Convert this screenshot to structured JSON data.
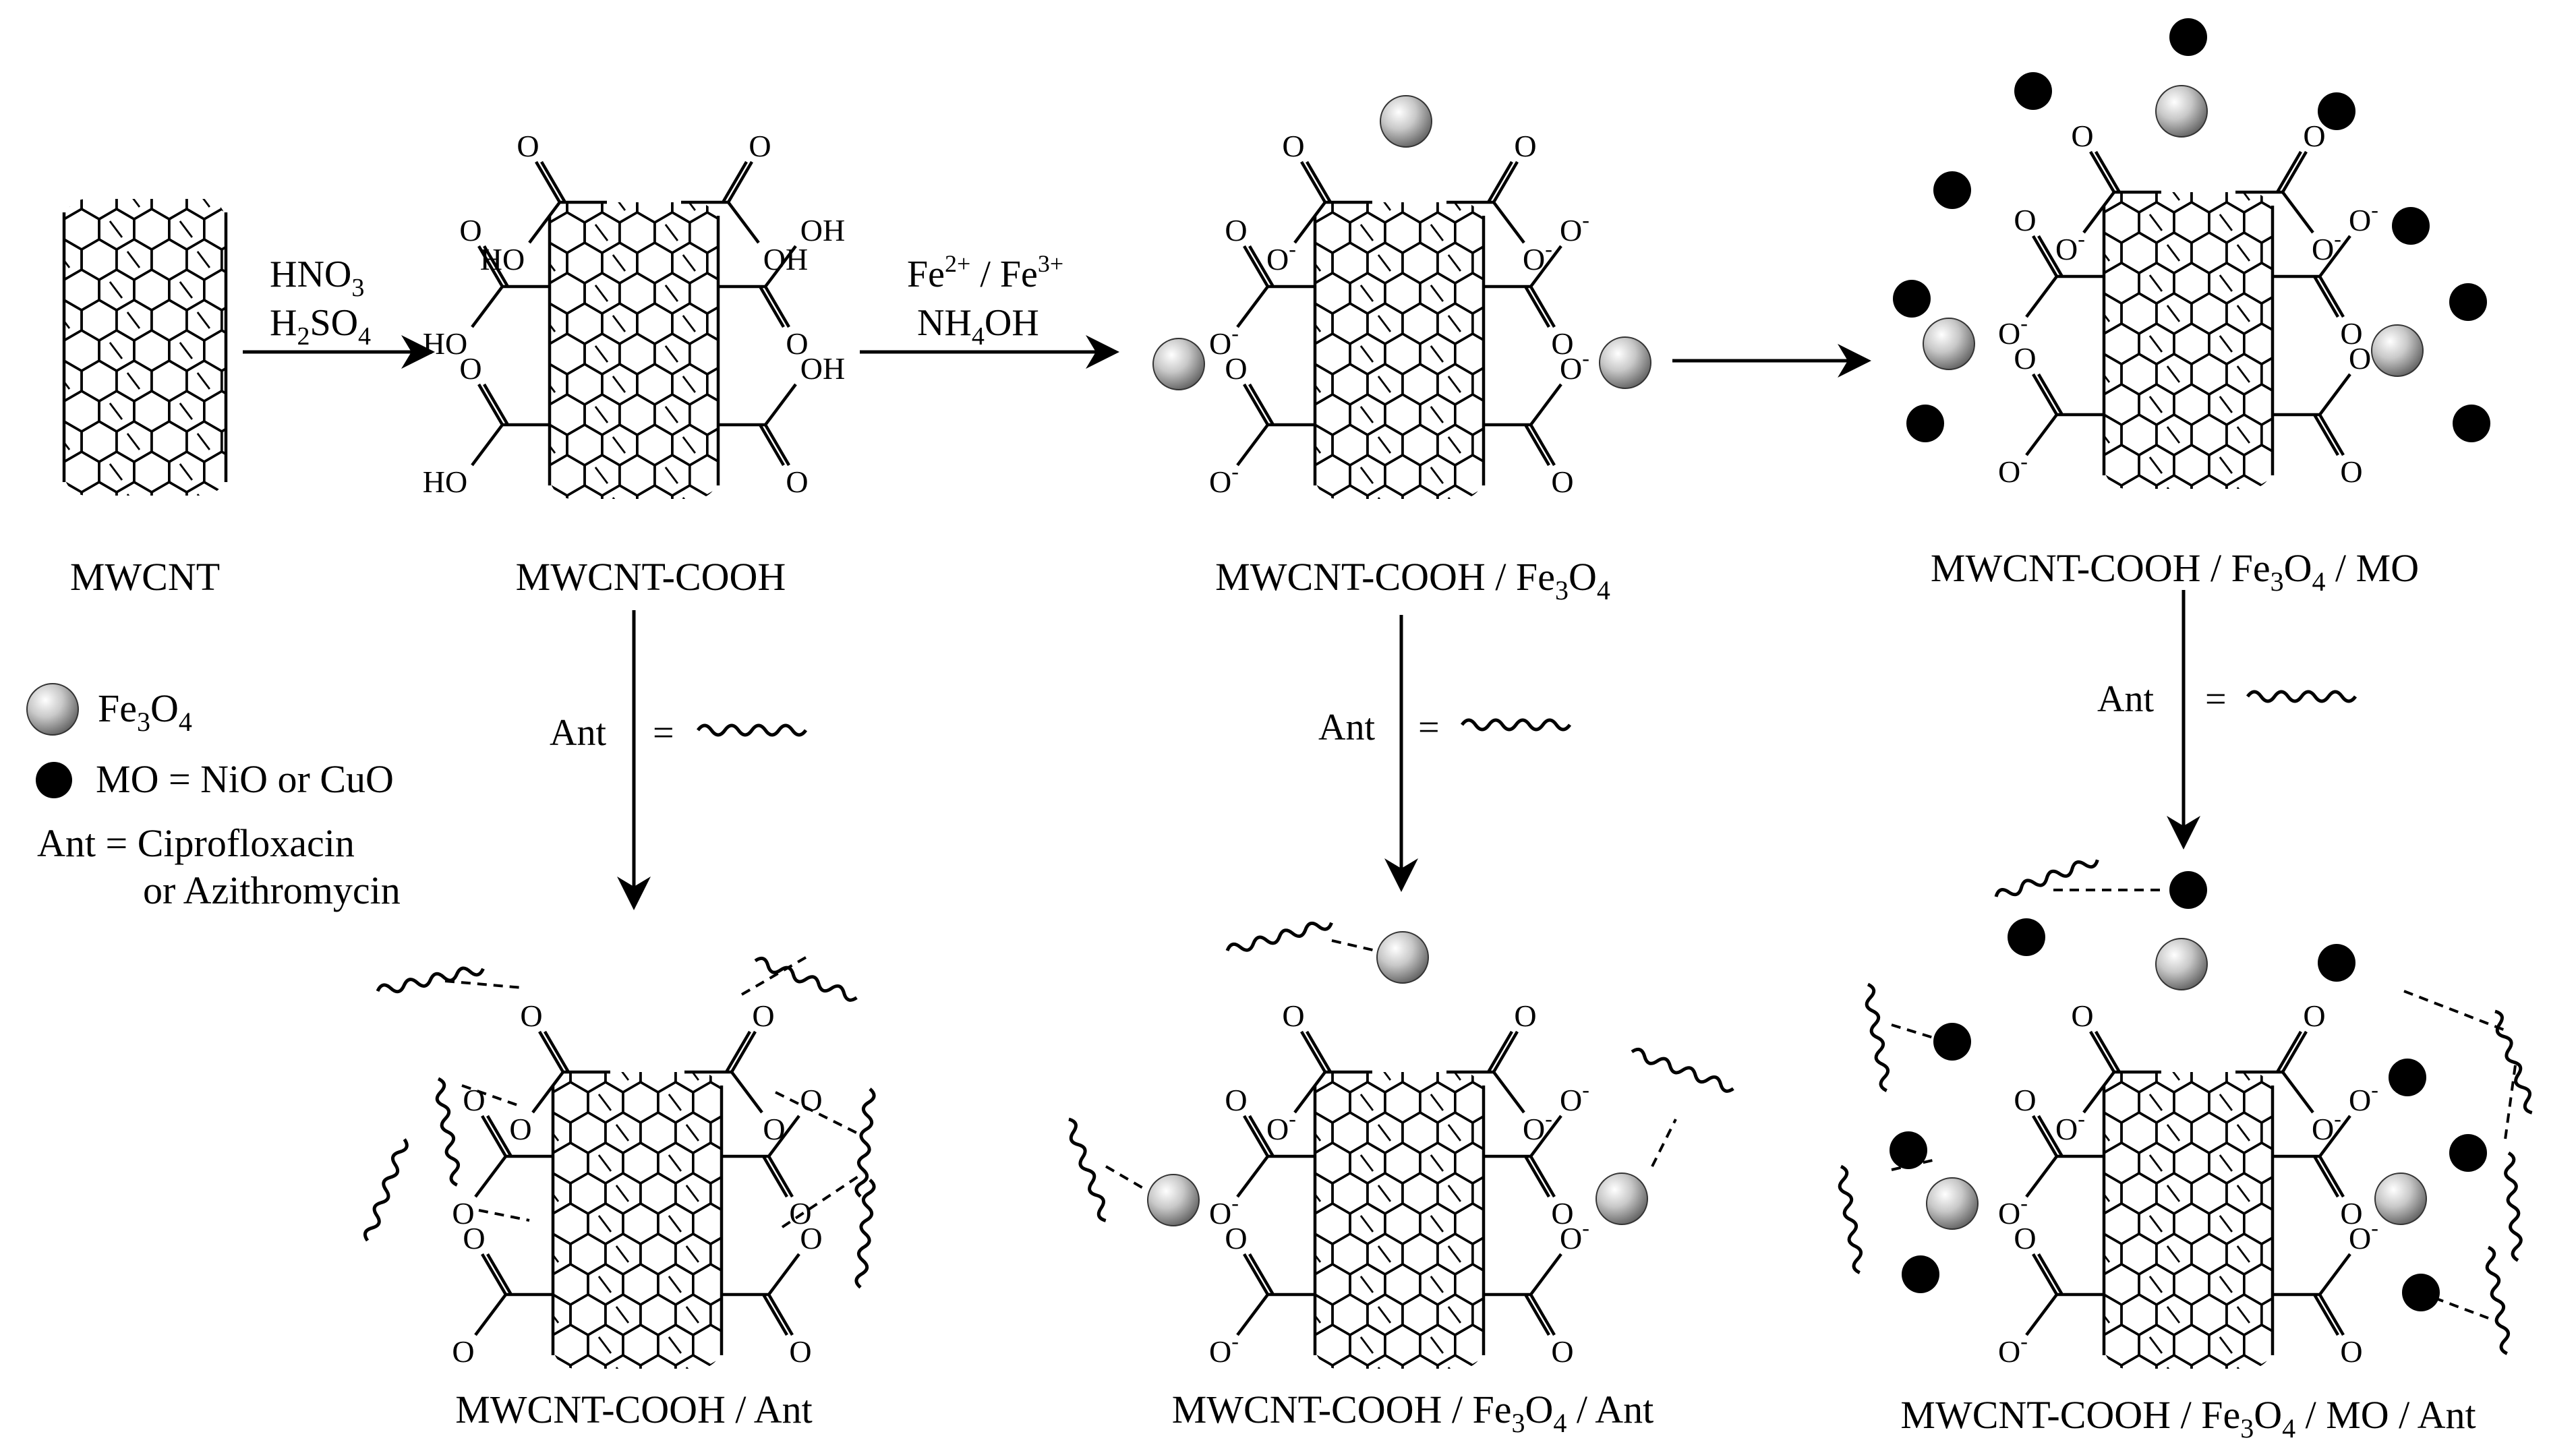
{
  "labels": {
    "mwcnt": "MWCNT",
    "mwcnt_cooh": "MWCNT-COOH",
    "fe3o4_base": "MWCNT-COOH / Fe",
    "mo_base": "MWCNT-COOH / Fe",
    "mo_tail": " / MO",
    "ant_base": "MWCNT-COOH / Ant",
    "fe_ant_base": "MWCNT-COOH / Fe",
    "fe_ant_tail": " / Ant",
    "mo_ant_base": "MWCNT-COOH / Fe",
    "mo_ant_tail": " / MO / Ant"
  },
  "formula": {
    "fe3o4_fe": "Fe",
    "sub3": "3",
    "o": "O",
    "sub4": "4"
  },
  "reagents": {
    "hno3": "HNO",
    "hno3_sub": "3",
    "h2so4_h": "H",
    "h2so4_sub2": "2",
    "h2so4_so": "SO",
    "h2so4_sub4": "4",
    "fe2": "Fe",
    "fe2_sup": "2+",
    "fe_sep": " / Fe",
    "fe3_sup": "3+",
    "nh4oh_n": "NH",
    "nh4oh_sub": "4",
    "nh4oh_oh": "OH",
    "ant": "Ant",
    "equals": "="
  },
  "groups": {
    "oh": "OH",
    "ho": "HO",
    "o": "O",
    "o_minus": "O",
    "minus": "-"
  },
  "legend": {
    "fe3o4_text": "Fe",
    "fe3o4_sub3": "3",
    "fe3o4_o": "O",
    "fe3o4_sub4": "4",
    "mo_text": "MO = NiO or CuO",
    "ant_line1": "Ant = Ciprofloxacin",
    "ant_line2": "or Azithromycin"
  },
  "colors": {
    "ink": "#000000",
    "sphere_light": "#ffffff",
    "sphere_mid": "#c8c8c8",
    "sphere_dark": "#5a5a5a",
    "background": "#ffffff"
  }
}
